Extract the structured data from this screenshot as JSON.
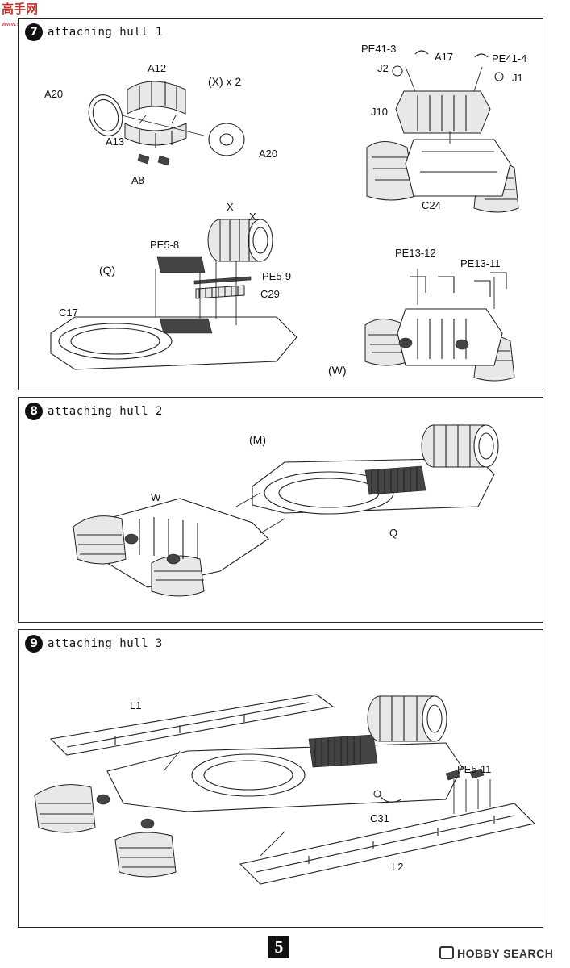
{
  "watermark": {
    "logo": "高手网",
    "url": "www.shou.com"
  },
  "steps": [
    {
      "number": "7",
      "title": "attaching hull 1",
      "labels": {
        "a12": "A12",
        "a20_left": "A20",
        "a13": "A13",
        "a8": "A8",
        "a20_right": "A20",
        "x_times": "(X) x 2",
        "pe41_3": "PE41-3",
        "a17": "A17",
        "pe41_4": "PE41-4",
        "j2": "J2",
        "j1": "J1",
        "j10": "J10",
        "c24": "C24",
        "x1": "X",
        "x2": "X",
        "pe5_8": "PE5-8",
        "q": "(Q)",
        "pe5_9": "PE5-9",
        "c29": "C29",
        "c17": "C17",
        "pe13_12": "PE13-12",
        "pe13_11": "PE13-11",
        "w": "(W)"
      }
    },
    {
      "number": "8",
      "title": "attaching hull 2",
      "labels": {
        "m": "(M)",
        "w": "W",
        "q": "Q"
      }
    },
    {
      "number": "9",
      "title": "attaching hull 3",
      "labels": {
        "l1": "L1",
        "pe5_11": "PE5-11",
        "c31": "C31",
        "l2": "L2"
      }
    }
  ],
  "footer": {
    "page_number": "5",
    "brand": "HOBBY SEARCH"
  }
}
